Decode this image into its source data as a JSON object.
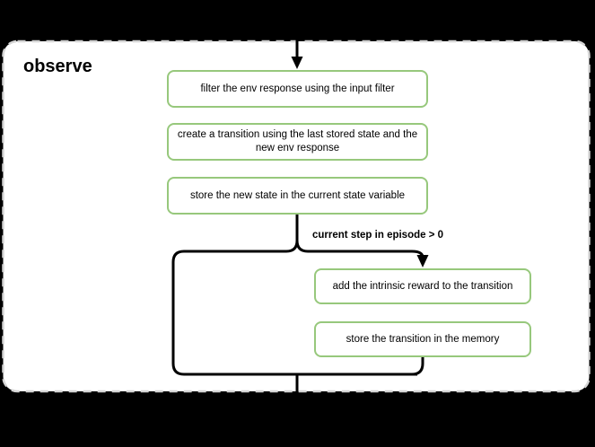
{
  "diagram": {
    "group_title": "observe",
    "condition_label": "current step in episode > 0",
    "nodes": [
      {
        "id": "filter-env-response",
        "label": "filter the env response using the input filter"
      },
      {
        "id": "create-transition",
        "label": "create a transition using the last stored state and the new env response"
      },
      {
        "id": "store-new-state",
        "label": "store the new state in the current state variable"
      },
      {
        "id": "add-intrinsic-reward",
        "label": "add the intrinsic reward to the transition"
      },
      {
        "id": "store-transition",
        "label": "store the transition in the memory"
      }
    ],
    "colors": {
      "background": "#000000",
      "container_fill": "#ffffff",
      "container_border": "#d5d5d5",
      "node_border": "#97c87c",
      "node_fill": "#ffffff",
      "connector": "#000000",
      "text": "#000000"
    }
  }
}
